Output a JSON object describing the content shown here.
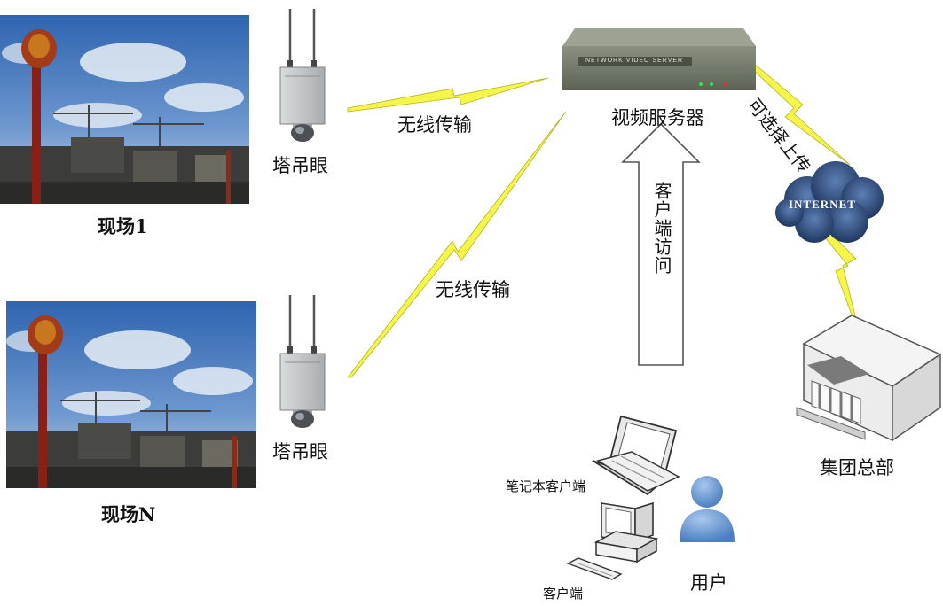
{
  "sites": [
    {
      "camera_label": "塔吊眼",
      "site_label": "现场1"
    },
    {
      "camera_label": "塔吊眼",
      "site_label": "现场N"
    }
  ],
  "wireless_labels": [
    "无线传输",
    "无线传输"
  ],
  "server": {
    "label": "视频服务器",
    "panel_text": "NETWORK VIDEO SERVER"
  },
  "upload_label": "可选择上传",
  "internet_label": "INTERNET",
  "client_access_label": "客户端访问",
  "hq_label": "集团总部",
  "laptop_label": "笔记本客户端",
  "desktop_label": "客户端",
  "user_label": "用户",
  "colors": {
    "lightning": "#f5f54a",
    "cloud": "#2b4a7a",
    "person": "#6d9bd1",
    "sky": "#3b6db8"
  }
}
